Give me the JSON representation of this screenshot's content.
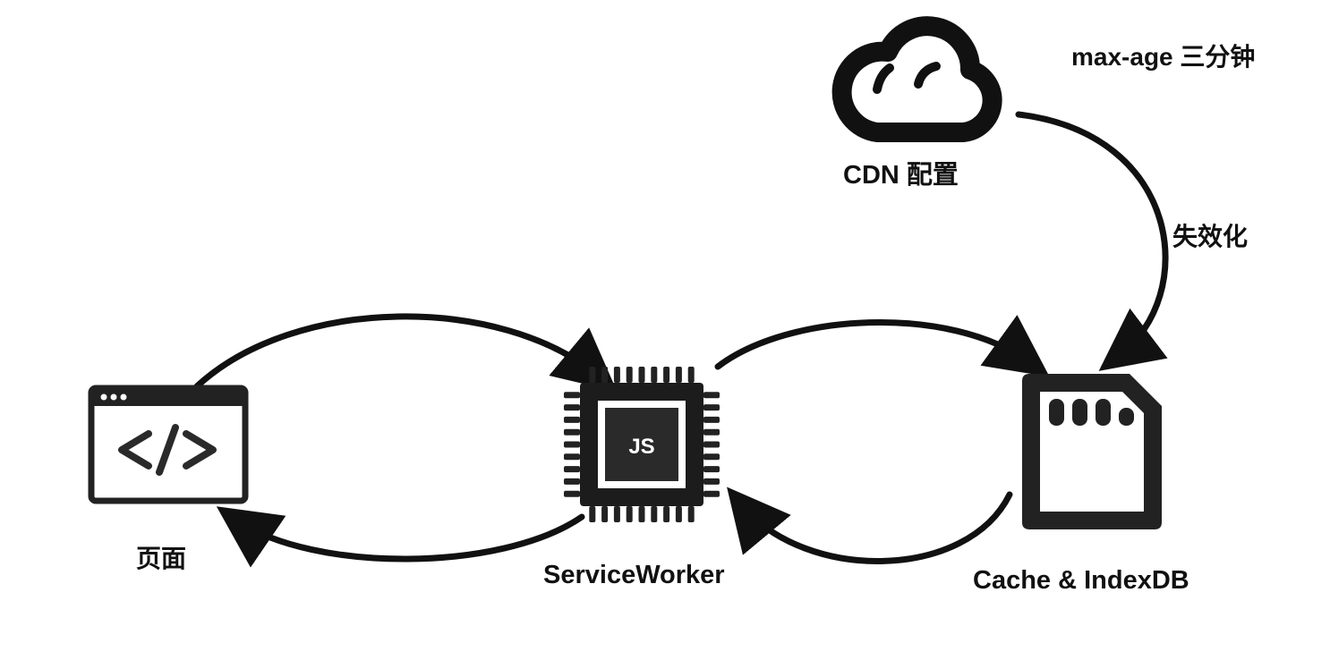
{
  "nodes": {
    "page": {
      "label": "页面",
      "icon": "code-browser-window-icon"
    },
    "service_worker": {
      "label": "ServiceWorker",
      "icon": "js-chip-icon",
      "chip_text": "JS"
    },
    "cache": {
      "label": "Cache & IndexDB",
      "icon": "sd-card-icon"
    },
    "cdn": {
      "label": "CDN 配置",
      "icon": "cloud-icon"
    }
  },
  "annotations": {
    "max_age": "max-age 三分钟",
    "invalidate": "失效化"
  },
  "colors": {
    "stroke": "#111111",
    "icon": "#1a1a1a",
    "background": "#ffffff"
  }
}
